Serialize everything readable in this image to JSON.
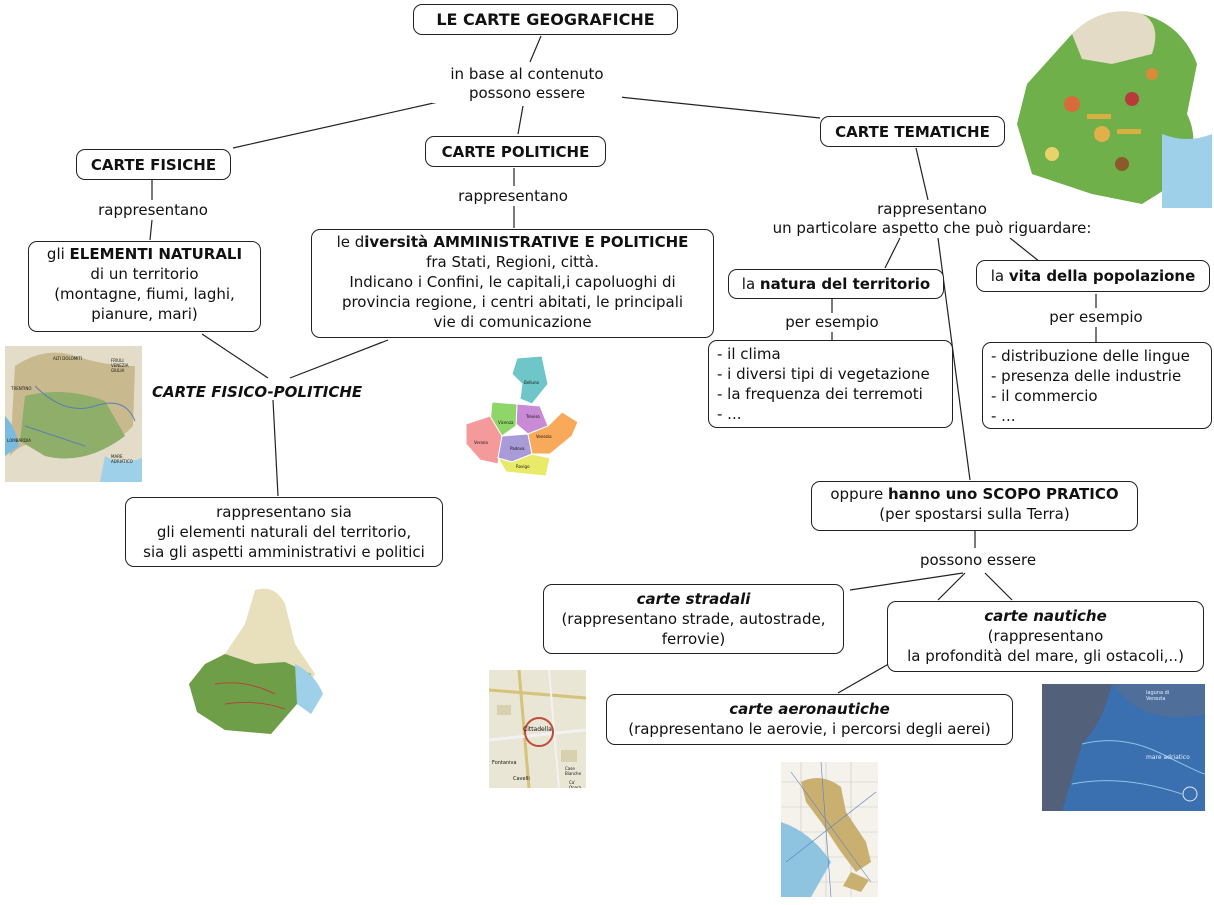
{
  "title": "LE CARTE GEOGRAFICHE",
  "root_link": [
    "in base al contenuto",
    "possono essere"
  ],
  "fisiche": {
    "title": "CARTE FISICHE",
    "link": "rappresentano",
    "desc_pre": "gli ",
    "desc_bold": "ELEMENTI NATURALI",
    "desc_lines": [
      "di un territorio",
      "(montagne, fiumi, laghi,",
      "pianure, mari)"
    ]
  },
  "politiche": {
    "title": "CARTE POLITICHE",
    "link": "rappresentano",
    "desc_pre": "le d",
    "desc_bold": "iversità AMMINISTRATIVE E POLITICHE",
    "desc_lines": [
      "fra Stati, Regioni, città.",
      "Indicano i Confini, le capitali,i capoluoghi di",
      "provincia regione, i centri abitati, le principali",
      "vie di comunicazione"
    ]
  },
  "tematiche": {
    "title": "CARTE TEMATICHE",
    "link": [
      "rappresentano",
      "un particolare aspetto che può riguardare:"
    ],
    "natura": {
      "pre": "la ",
      "bold": "natura del territorio",
      "link": "per esempio",
      "items": [
        "- il clima",
        "- i diversi tipi di vegetazione",
        "- la frequenza dei terremoti",
        "- ..."
      ]
    },
    "vita": {
      "pre": "la ",
      "bold": "vita della popolazione",
      "link": "per esempio",
      "items": [
        "- distribuzione delle lingue",
        "- presenza delle industrie",
        "- il commercio",
        "- ..."
      ]
    },
    "scopo": {
      "pre": "oppure ",
      "bold": "hanno uno SCOPO PRATICO",
      "line2": "(per spostarsi sulla Terra)",
      "link": "possono essere"
    }
  },
  "fisico_politiche": {
    "title": "CARTE FISICO-POLITICHE",
    "desc_lines": [
      "rappresentano sia",
      "gli elementi naturali del territorio,",
      "sia gli aspetti amministrativi e politici"
    ]
  },
  "stradali": {
    "title": "carte stradali",
    "lines": [
      "(rappresentano strade, autostrade,",
      "ferrovie)"
    ]
  },
  "nautiche": {
    "title": "carte nautiche",
    "lines": [
      "(rappresentano",
      "la profondità del mare, gli ostacoli,..)"
    ]
  },
  "aeronautiche": {
    "title": "carte aeronautiche",
    "lines": [
      "(rappresentano le aerovie, i percorsi degli aerei)"
    ]
  },
  "map_labels": {
    "fisica": [
      "ALTI DOLOMITI",
      "FRIULI VENEZIA GIULIA",
      "TRENTINO",
      "LOMBARDIA",
      "MARE ADRIATICO"
    ],
    "politica": [
      "Belluno",
      "Treviso",
      "Vicenza",
      "Verona",
      "Padova",
      "Venezia",
      "Rovigo"
    ],
    "stradale": [
      "Cittadella",
      "Fontaniva",
      "Cavelli",
      "Case Bianche",
      "Ca' Onara"
    ],
    "nautica": [
      "laguna di Venezia",
      "mare adriatico"
    ]
  },
  "colors": {
    "border": "#222222",
    "sea": "#9fd0ea",
    "land_green": "#7fae58",
    "land_tan": "#d6c9a0"
  }
}
